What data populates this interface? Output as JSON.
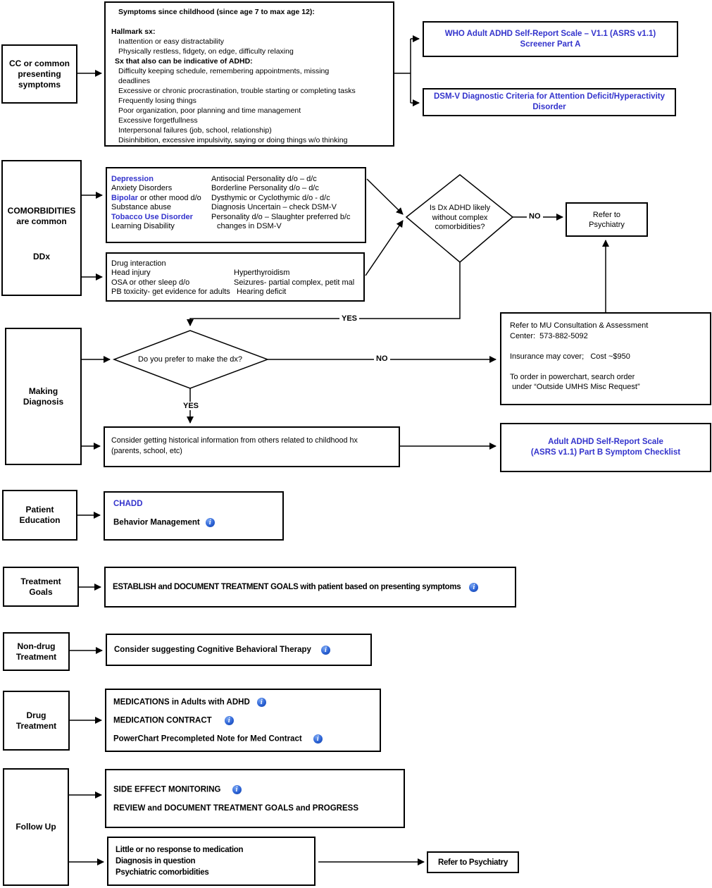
{
  "labels": {
    "yes": "YES",
    "no": "NO"
  },
  "stages": {
    "cc": "CC or common\npresenting\nsymptoms",
    "comorbidities": "COMORBIDITIES\nare common",
    "ddx": "DDx",
    "making_diagnosis": "Making\nDiagnosis",
    "patient_education": "Patient\nEducation",
    "treatment_goals": "Treatment\nGoals",
    "non_drug_treatment": "Non-drug\nTreatment",
    "drug_treatment": "Drug\nTreatment",
    "follow_up": "Follow Up"
  },
  "symptoms": {
    "title": "Symptoms since childhood (since age 7 to max age 12):",
    "hallmark_header": "Hallmark sx:",
    "hallmark_items": [
      "Inattention or easy distractability",
      "Physically restless, fidgety, on edge, difficulty relaxing"
    ],
    "indicative_header": "Sx that also can be indicative of ADHD:",
    "indicative_items": [
      "Difficulty keeping schedule, remembering appointments, missing\ndeadlines",
      "Excessive or chronic procrastination, trouble starting or completing tasks",
      "Frequently losing things",
      "Poor organization, poor planning and time management",
      "Excessive forgetfullness",
      "Interpersonal failures (job, school, relationship)",
      "Disinhibition, excessive impulsivity, saying or doing things w/o thinking"
    ]
  },
  "links": {
    "who_screener": "WHO Adult ADHD Self-Report Scale – V1.1 (ASRS v1.1)\nScreener Part A",
    "dsm_criteria": "DSM-V Diagnostic Criteria for Attention Deficit/Hyperactivity\nDisorder",
    "asrs_part_b": "Adult ADHD Self-Report Scale\n(ASRS v1.1) Part B Symptom Checklist"
  },
  "comorbid_box": {
    "col1": {
      "row1": "Depression",
      "row2": "Anxiety Disorders",
      "row3_link": "Bipolar",
      "row3_rest": " or other mood d/o",
      "row4": "Substance abuse",
      "row5": "Tobacco Use Disorder",
      "row6": "Learning Disability"
    },
    "col2": [
      "Antisocial Personality d/o – d/c",
      "Borderline Personality d/o – d/c",
      "Dysthymic or Cyclothymic d/o - d/c",
      "Diagnosis Uncertain – check DSM-V",
      "Personality d/o – Slaughter preferred b/c",
      "changes in DSM-V"
    ]
  },
  "ddx_box": {
    "col1": [
      "Drug interaction",
      "Head injury",
      "OSA or other sleep d/o",
      "PB toxicity- get evidence for adults"
    ],
    "col2": [
      "Hyperthyroidism",
      "Seizures- partial complex, petit mal",
      "Hearing deficit"
    ]
  },
  "decisions": {
    "complex_comorbidities": "Is Dx ADHD likely\nwithout complex\ncomorbidities?",
    "prefer_dx": "Do you prefer to make the dx?"
  },
  "refer_psychiatry_top": "Refer to\nPsychiatry",
  "refer_psychiatry_bottom": "Refer to Psychiatry",
  "mu_center_box": "Refer to MU Consultation & Assessment\nCenter:  573-882-5092\n\nInsurance may cover;   Cost ~$950\n\nTo order in powerchart, search order\n under “Outside UMHS Misc Request”",
  "consider_history_box": "Consider getting historical information from others related to childhood hx\n(parents, school, etc)",
  "patient_education_box": {
    "chadd": "CHADD",
    "behavior": "Behavior Management"
  },
  "treatment_goals_box": "ESTABLISH and DOCUMENT TREATMENT GOALS with patient based on presenting symptoms",
  "non_drug_box": "Consider suggesting Cognitive Behavioral Therapy",
  "drug_box": [
    "MEDICATIONS in Adults with ADHD",
    "MEDICATION CONTRACT",
    "PowerChart Precompleted Note for Med Contract"
  ],
  "follow_up_box": [
    "SIDE EFFECT MONITORING",
    "REVIEW and DOCUMENT TREATMENT GOALS and PROGRESS"
  ],
  "escalation_box": "Little or no response to medication\nDiagnosis in question\nPsychiatric comorbidities",
  "icons": {
    "info_glyph": "i"
  },
  "colors": {
    "link_blue": "#3333cc",
    "info_icon_blue": "#2c63d6"
  }
}
